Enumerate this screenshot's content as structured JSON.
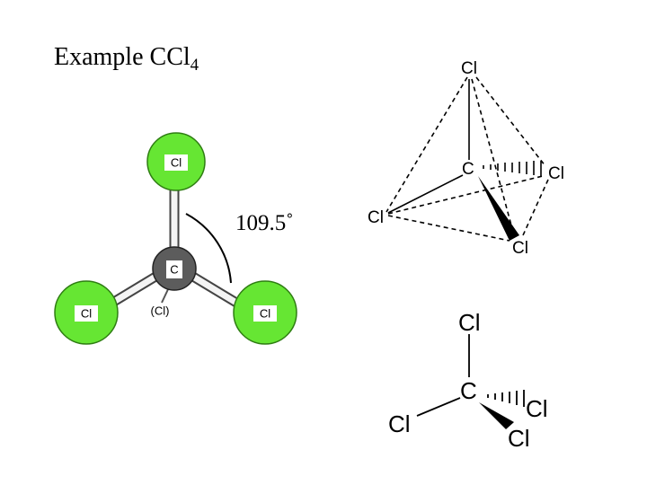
{
  "title": {
    "prefix": "Example CCl",
    "subscript": "4"
  },
  "ball_model": {
    "top_atom": "Cl",
    "left_atom": "Cl",
    "right_atom": "Cl",
    "center_atom": "C",
    "back_atom": "(Cl)",
    "angle_label": "109.5˚",
    "colors": {
      "chlorine": "#66e633",
      "carbon": "#5c5c5c"
    }
  },
  "tetrahedron": {
    "top": "Cl",
    "center": "C",
    "right": "Cl",
    "left": "Cl",
    "bottom": "Cl"
  },
  "wedge_structure": {
    "top": "Cl",
    "center": "C",
    "left": "Cl",
    "right": "Cl",
    "bottom": "Cl"
  }
}
